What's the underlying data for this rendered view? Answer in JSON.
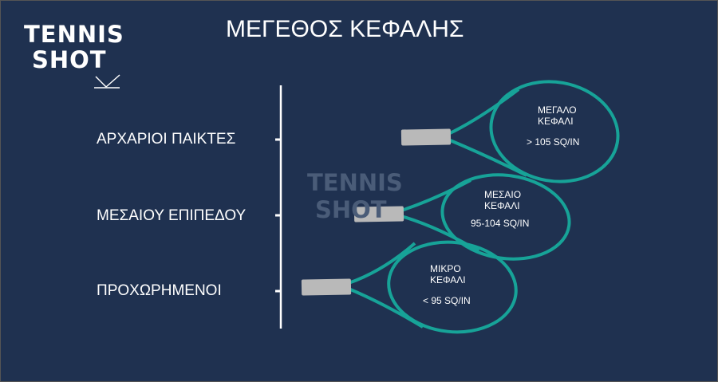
{
  "logo": {
    "line1": "TENNIS",
    "line2": "SHOT"
  },
  "title": "ΜΕΓΕΘΟΣ ΚΕΦΑΛΗΣ",
  "categories": [
    "ΑΡΧΑΡΙΟΙ ΠΑΙΚΤΕΣ",
    "ΜΕΣΑΙΟΥ ΕΠΙΠΕΔΟΥ",
    "ΠΡΟΧΩΡΗΜΕΝΟΙ"
  ],
  "rackets": [
    {
      "name_line1": "ΜΕΓΑΛΟ",
      "name_line2": "ΚΕΦΑΛΙ",
      "size": "> 105 SQ/IN"
    },
    {
      "name_line1": "ΜΕΣΑΙΟ",
      "name_line2": "ΚΕΦΑΛΙ",
      "size": "95-104 SQ/IN"
    },
    {
      "name_line1": "ΜΙΚΡΟ",
      "name_line2": "ΚΕΦΑΛΙ",
      "size": "< 95 SQ/IN"
    }
  ],
  "colors": {
    "background": "#1f3150",
    "frame": "#17a398",
    "handle": "#b9b9b9"
  }
}
